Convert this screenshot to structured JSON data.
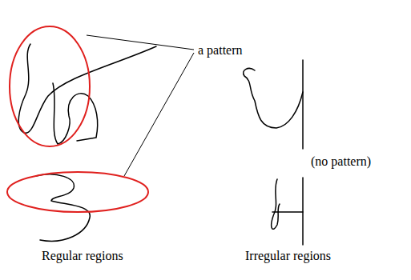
{
  "diagram": {
    "labels": [
      "a pattern",
      "(no pattern)",
      "Regular regions",
      "Irregular regions"
    ]
  }
}
